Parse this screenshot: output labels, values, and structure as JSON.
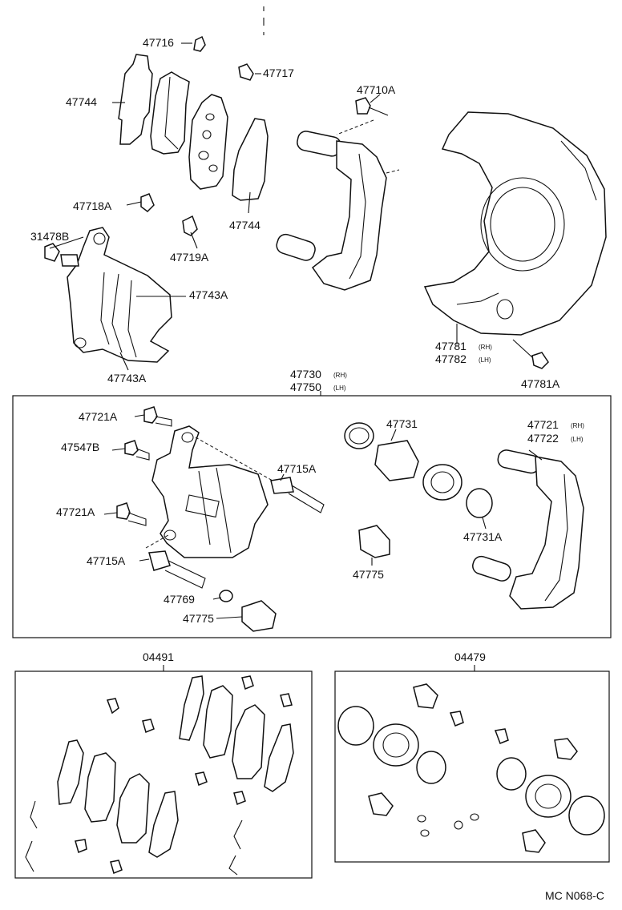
{
  "parts": [
    {
      "id": "p47716",
      "text": "47716"
    },
    {
      "id": "p47717",
      "text": "47717"
    },
    {
      "id": "p47744a",
      "text": "47744"
    },
    {
      "id": "p47710A",
      "text": "47710A"
    },
    {
      "id": "p47744b",
      "text": "47744"
    },
    {
      "id": "p47718A",
      "text": "47718A"
    },
    {
      "id": "p31478B",
      "text": "31478B"
    },
    {
      "id": "p47719A",
      "text": "47719A"
    },
    {
      "id": "p47743Aa",
      "text": "47743A"
    },
    {
      "id": "p47743Ab",
      "text": "47743A"
    },
    {
      "id": "p47781",
      "text": "47781"
    },
    {
      "id": "p47782",
      "text": "47782"
    },
    {
      "id": "p47781A",
      "text": "47781A"
    },
    {
      "id": "p47730",
      "text": "47730"
    },
    {
      "id": "p47750",
      "text": "47750"
    },
    {
      "id": "p47721Aa",
      "text": "47721A"
    },
    {
      "id": "p47731",
      "text": "47731"
    },
    {
      "id": "p47721",
      "text": "47721"
    },
    {
      "id": "p47722",
      "text": "47722"
    },
    {
      "id": "p47547B",
      "text": "47547B"
    },
    {
      "id": "p47715Aa",
      "text": "47715A"
    },
    {
      "id": "p47721Ab",
      "text": "47721A"
    },
    {
      "id": "p47731A",
      "text": "47731A"
    },
    {
      "id": "p47715Ab",
      "text": "47715A"
    },
    {
      "id": "p47775a",
      "text": "47775"
    },
    {
      "id": "p47769",
      "text": "47769"
    },
    {
      "id": "p47775b",
      "text": "47775"
    },
    {
      "id": "p04491",
      "text": "04491"
    },
    {
      "id": "p04479",
      "text": "04479"
    }
  ],
  "side_marks": {
    "rh": "(RH)",
    "lh": "(LH)"
  },
  "footer": {
    "code": "MC N068-C"
  }
}
